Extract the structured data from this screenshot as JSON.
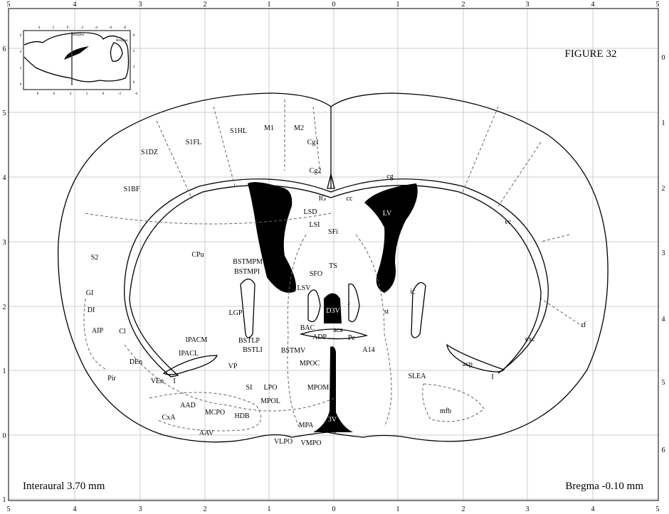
{
  "figure_title": "FIGURE 32",
  "interaural": "Interaural 3.70 mm",
  "bregma": "Bregma -0.10 mm",
  "axes": {
    "top": [
      "5",
      "4",
      "3",
      "2",
      "1",
      "0",
      "1",
      "2",
      "3",
      "4",
      "5"
    ],
    "bottom": [
      "5",
      "4",
      "3",
      "2",
      "1",
      "0",
      "1",
      "2",
      "3",
      "4",
      "5"
    ],
    "left": [
      "6",
      "5",
      "4",
      "3",
      "2",
      "1",
      "0",
      "1"
    ],
    "right": [
      "0",
      "1",
      "2",
      "3",
      "4",
      "5",
      "6"
    ]
  },
  "inset": {
    "label_left": "Bregma",
    "label_right": "Bregma",
    "top_ticks": [
      "4",
      "2",
      "0",
      "-2",
      "-4",
      "-6",
      "-8"
    ],
    "bottom_ticks": [
      "8",
      "6",
      "4",
      "2",
      "0",
      "-2",
      "-4"
    ],
    "left_ticks": [
      "6",
      "4",
      "2",
      "0"
    ],
    "right_ticks": [
      "0",
      "2",
      "4",
      "6"
    ]
  },
  "regions": [
    "M1",
    "M2",
    "S1HL",
    "S1FL",
    "S1DZ",
    "Cg1",
    "Cg2",
    "cg",
    "S1BF",
    "IG",
    "cc",
    "LSD",
    "LV",
    "ec",
    "LSI",
    "SFi",
    "S2",
    "CPu",
    "BSTMPM",
    "BSTMPI",
    "TS",
    "SFO",
    "LSV",
    "ic",
    "GI",
    "f",
    "D3V",
    "DI",
    "LGP",
    "st",
    "rf",
    "AIP",
    "Cl",
    "BAC",
    "aca",
    "ADP",
    "Pe",
    "exc",
    "IPACM",
    "BSTLP",
    "BSTLI",
    "BSTMV",
    "A14",
    "IPACL",
    "DEn",
    "MPOC",
    "acp",
    "VP",
    "Pir",
    "SLEA",
    "I",
    "VEn",
    "I",
    "SI",
    "LPO",
    "MPOM",
    "MPOL",
    "mfb",
    "AAD",
    "MCPO",
    "CxA",
    "HDB",
    "MPA",
    "3V",
    "ox",
    "AAV",
    "VLPO",
    "VMPO"
  ],
  "colors": {
    "ink": "#000000",
    "grid": "#cccccc",
    "dashed": "#666666"
  }
}
